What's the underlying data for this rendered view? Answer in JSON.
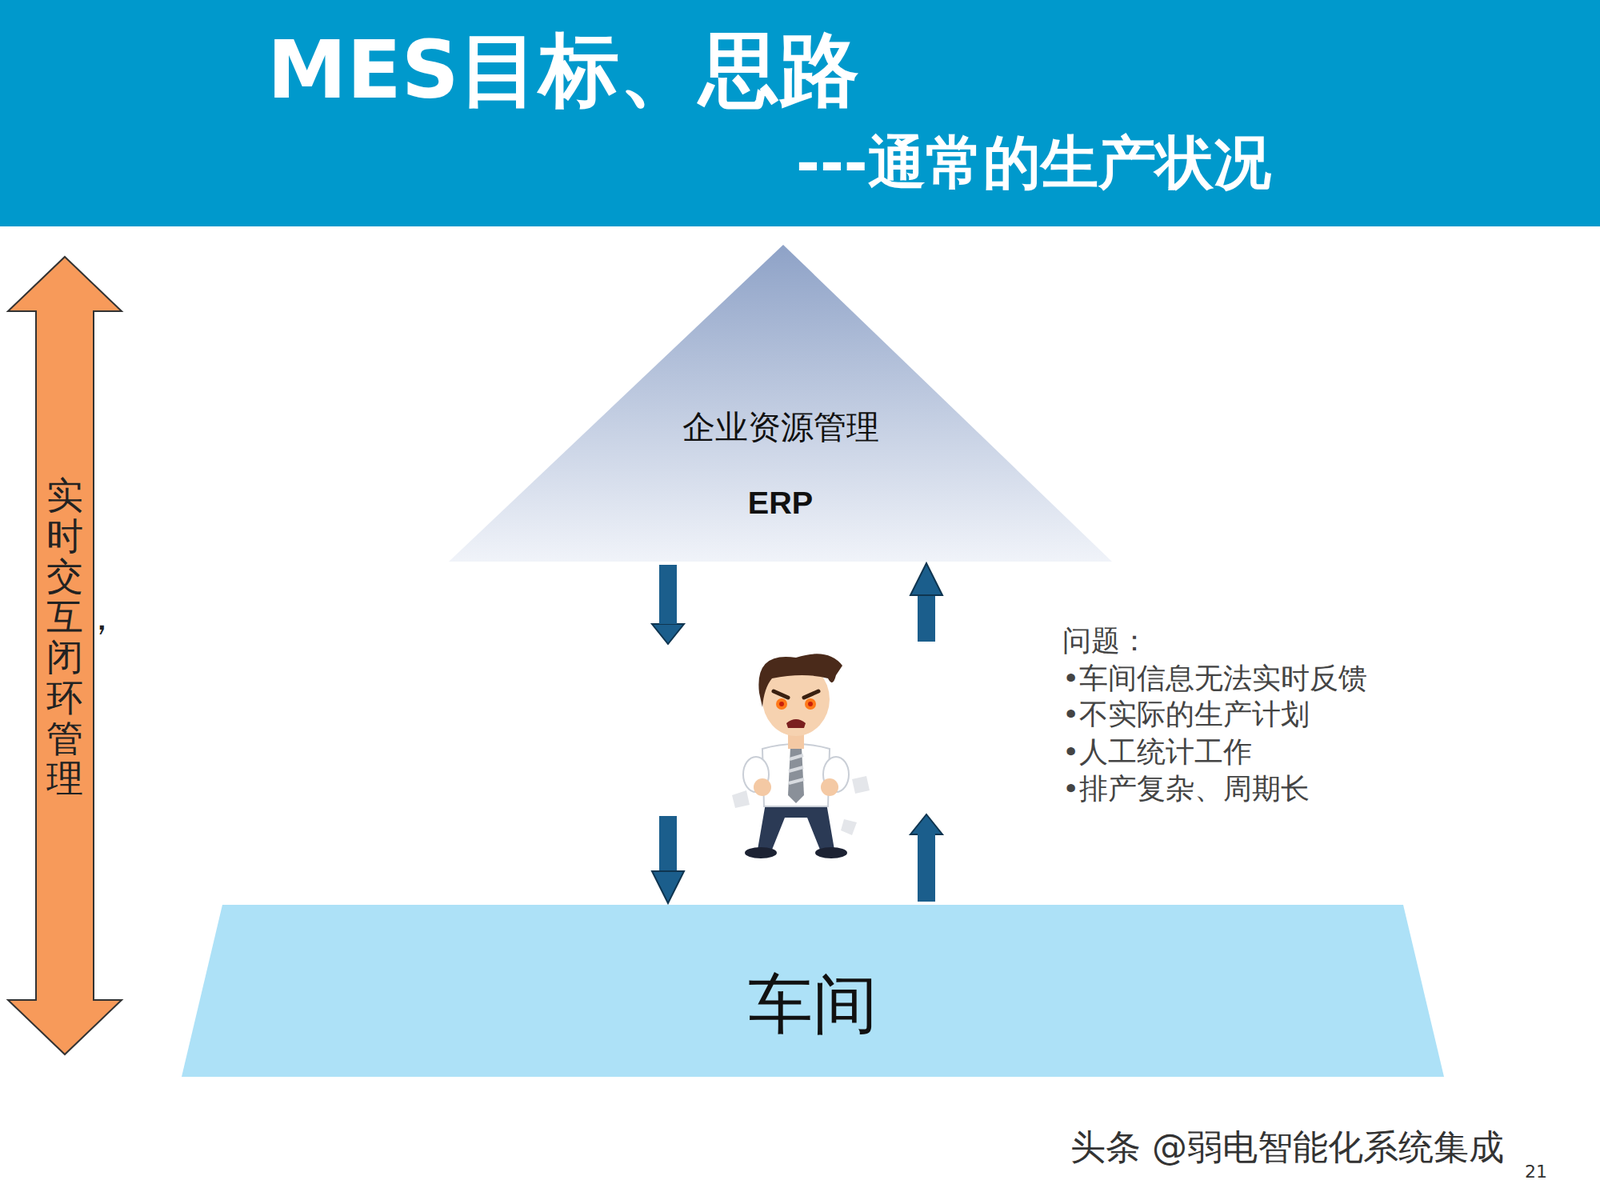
{
  "diagram": {
    "title": "MES目标、思路",
    "nodes": [
      {
        "text": [
          "实时交互，闭环管理"
        ]
      },
      {
        "text": [
          "企业资源管理",
          "ERP"
        ]
      },
      {
        "text": [
          "车间"
        ]
      }
    ],
    "edges": [
      {
        "from": 1,
        "to": 2,
        "arrow": "to"
      },
      {
        "from": 2,
        "to": 1,
        "arrow": "to"
      }
    ],
    "labels": [
      "---通常的生产状况",
      "问题：",
      "•车间信息无法实时反馈",
      "•不实际的生产计划",
      "•人工统计工作",
      "•排产复杂、周期长",
      "头条 @弱电智能化系统集成",
      "21"
    ]
  }
}
